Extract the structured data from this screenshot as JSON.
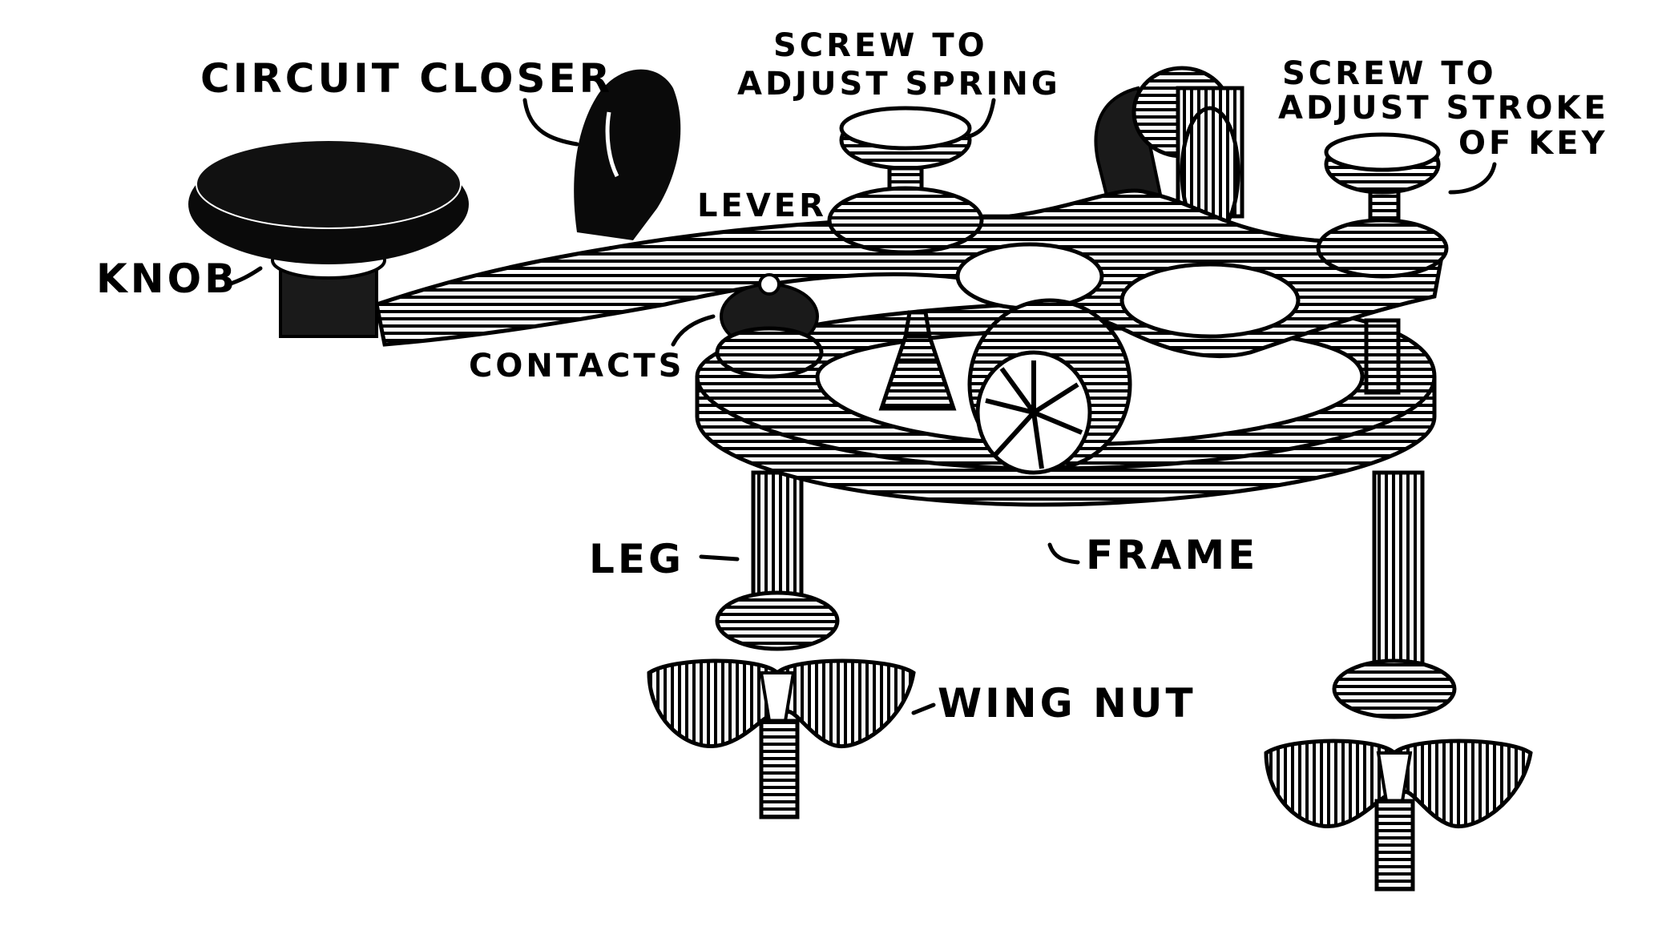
{
  "figure": {
    "labels": {
      "circuit_closer": "CIRCUIT CLOSER",
      "screw_spring_line1": "SCREW TO",
      "screw_spring_line2": "ADJUST SPRING",
      "screw_stroke_line1": "SCREW TO",
      "screw_stroke_line2": "ADJUST STROKE",
      "screw_stroke_line3": "OF KEY",
      "lever": "LEVER",
      "knob": "KNOB",
      "contacts": "CONTACTS",
      "leg": "LEG",
      "frame": "FRAME",
      "wing_nut": "WING NUT"
    }
  }
}
